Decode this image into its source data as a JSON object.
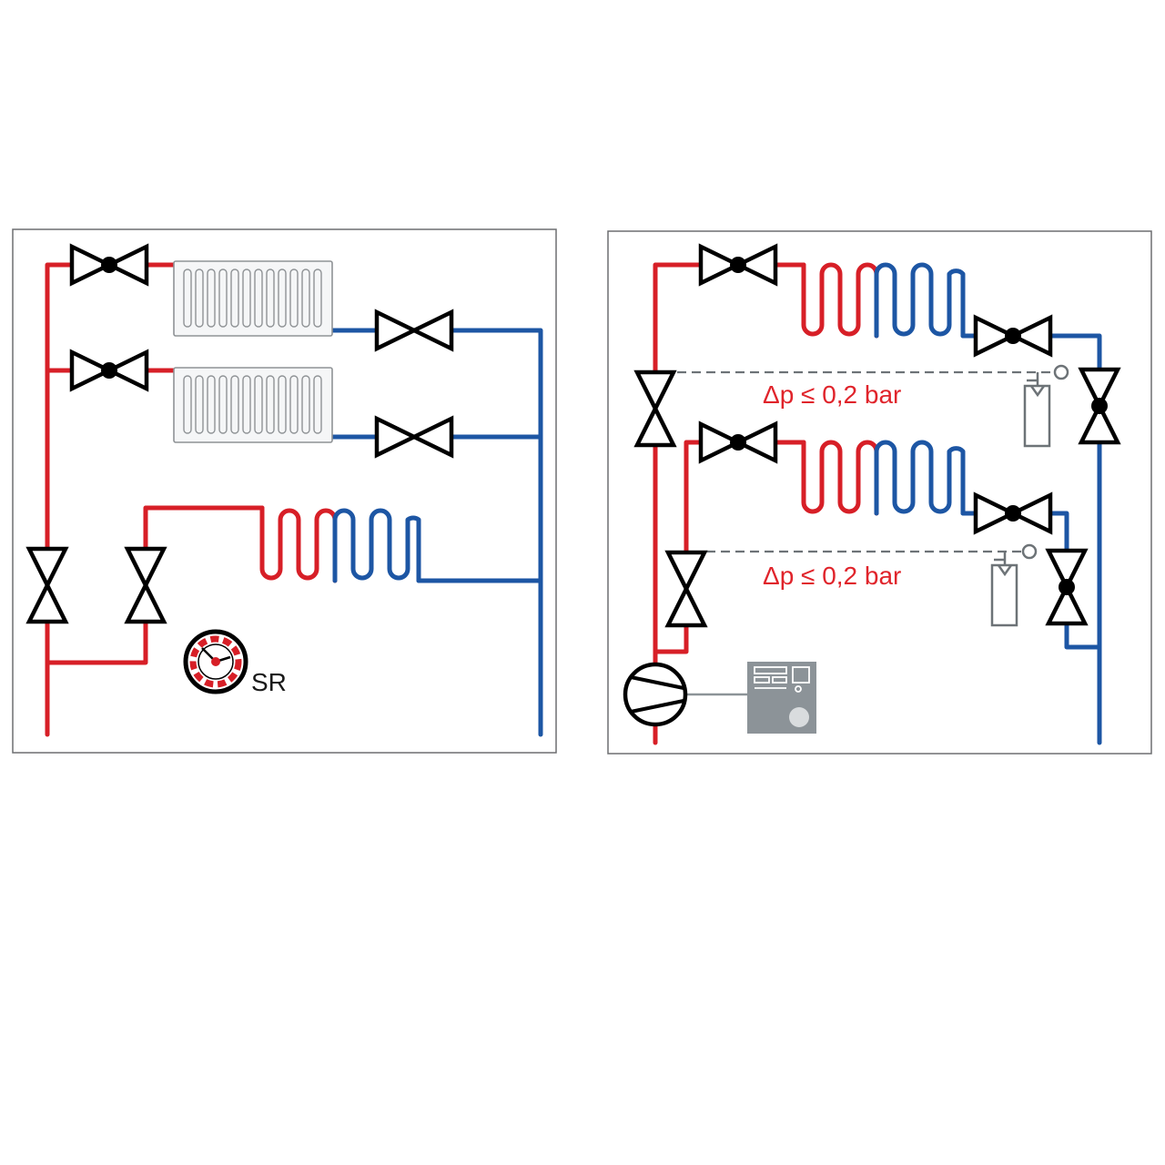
{
  "colors": {
    "supply": "#d71f27",
    "return": "#1d56a4",
    "frame": "#6d6e71",
    "valve": "#000000",
    "radiator_stroke": "#8f9396",
    "radiator_fill": "#f5f6f7",
    "dashed_line": "#6d7377",
    "controller": "#8c9398",
    "label_red": "#e0242b",
    "label_dark": "#1a1a1a"
  },
  "left_panel": {
    "room_regulator_label": "SR"
  },
  "right_panel": {
    "loop_1_dp_label": "Δp ≤ 0,2 bar",
    "loop_2_dp_label": "Δp ≤ 0,2 bar"
  }
}
